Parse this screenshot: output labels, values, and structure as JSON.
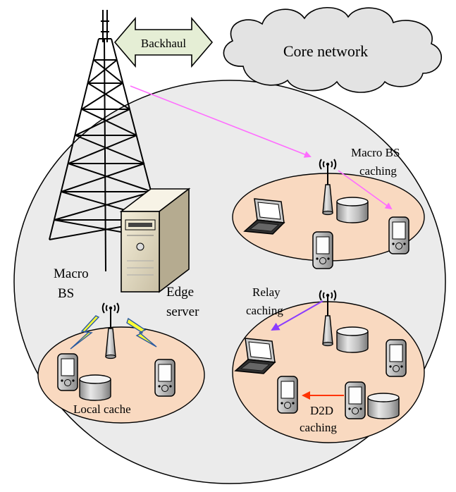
{
  "labels": {
    "backhaul": "Backhaul",
    "core_network": "Core network",
    "macro_bs_line1": "Macro",
    "macro_bs_line2": "BS",
    "edge_line1": "Edge",
    "edge_line2": "server",
    "macro_caching_line1": "Macro BS",
    "macro_caching_line2": "caching",
    "relay_line1": "Relay",
    "relay_line2": "caching",
    "local_cache": "Local cache",
    "d2d_line1": "D2D",
    "d2d_line2": "caching"
  },
  "colors": {
    "cell_fill": "#ebebeb",
    "cluster_fill": "#f9d9c0",
    "backhaul_fill": "#e5eed5",
    "cloud_fill": "#e3e3e3",
    "macro_arrow": "#ff6cff",
    "relay_arrow": "#8a3cff",
    "d2d_arrow": "#ff3300",
    "lightning": "#ffff33"
  },
  "icons": [
    "tower-icon",
    "cloud-icon",
    "server-icon",
    "antenna-icon",
    "laptop-icon",
    "phone-icon",
    "cache-cylinder-icon",
    "lightning-icon"
  ]
}
